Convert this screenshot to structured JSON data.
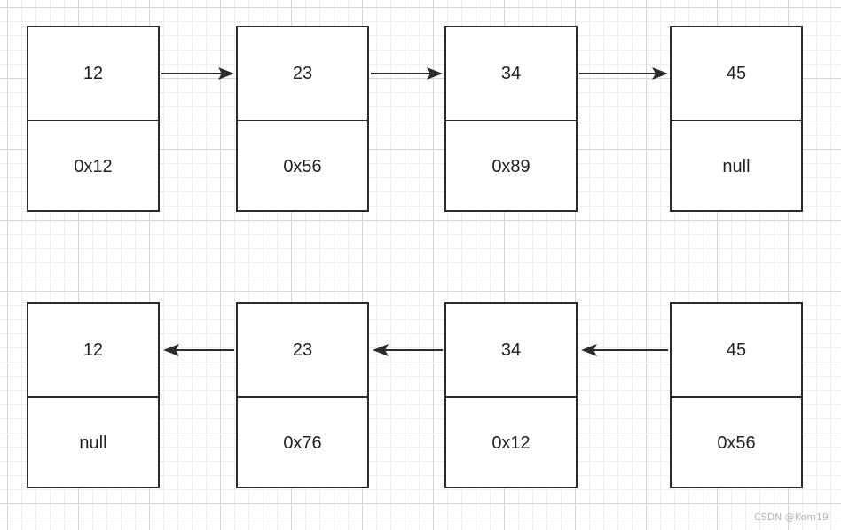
{
  "diagram": {
    "rows": [
      {
        "nodes": [
          {
            "value": "12",
            "pointer": "0x12"
          },
          {
            "value": "23",
            "pointer": "0x56"
          },
          {
            "value": "34",
            "pointer": "0x89"
          },
          {
            "value": "45",
            "pointer": "null"
          }
        ],
        "arrows": [
          "right",
          "right",
          "right"
        ]
      },
      {
        "nodes": [
          {
            "value": "12",
            "pointer": "null"
          },
          {
            "value": "23",
            "pointer": "0x76"
          },
          {
            "value": "34",
            "pointer": "0x12"
          },
          {
            "value": "45",
            "pointer": "0x56"
          }
        ],
        "arrows": [
          "left",
          "left",
          "left"
        ]
      }
    ],
    "colors": {
      "border": "#2b2b2b",
      "text": "#222222",
      "grid": "#d6d6d6",
      "background": "#ffffff"
    }
  },
  "watermark": "CSDN @Kom19"
}
